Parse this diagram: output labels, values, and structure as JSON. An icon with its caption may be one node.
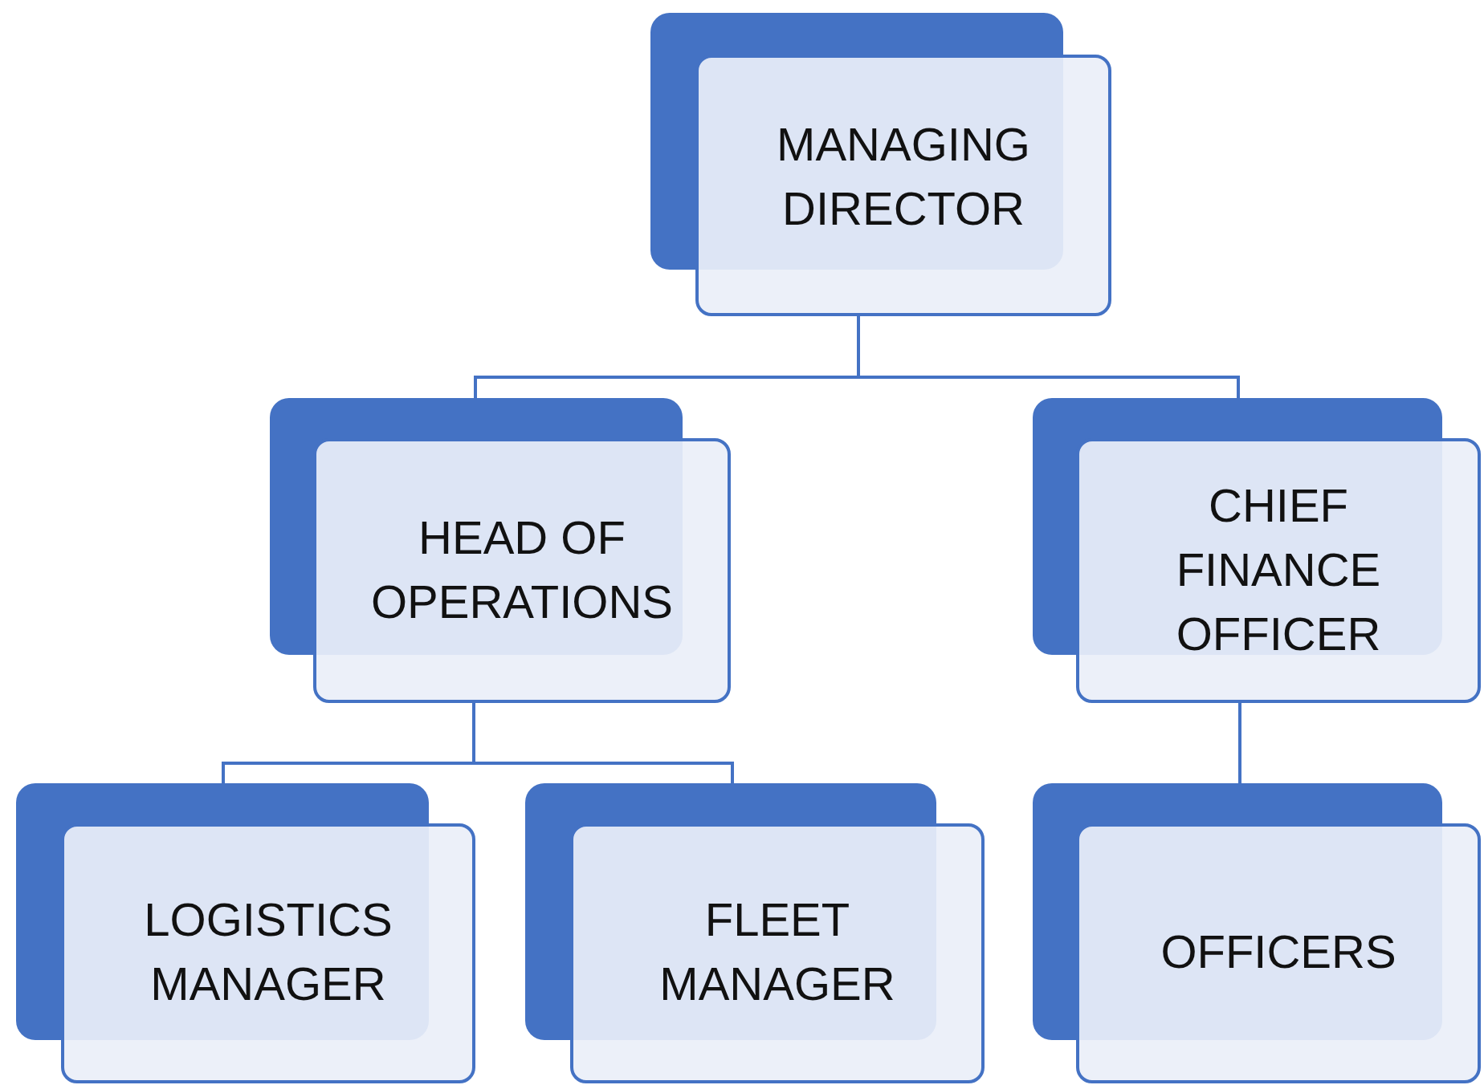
{
  "diagram": {
    "nodes": [
      {
        "text": [
          "MANAGING DIRECTOR"
        ]
      },
      {
        "text": [
          "HEAD OF OPERATIONS"
        ]
      },
      {
        "text": [
          "CHIEF FINANCE OFFICER"
        ]
      },
      {
        "text": [
          "LOGISTICS MANAGER"
        ]
      },
      {
        "text": [
          "FLEET MANAGER"
        ]
      },
      {
        "text": [
          "OFFICERS"
        ]
      }
    ],
    "edges": [
      {
        "from": 0,
        "to": 1,
        "arrow": "none"
      },
      {
        "from": 0,
        "to": 2,
        "arrow": "none"
      },
      {
        "from": 1,
        "to": 3,
        "arrow": "none"
      },
      {
        "from": 1,
        "to": 4,
        "arrow": "none"
      },
      {
        "from": 2,
        "to": 5,
        "arrow": "none"
      }
    ]
  }
}
